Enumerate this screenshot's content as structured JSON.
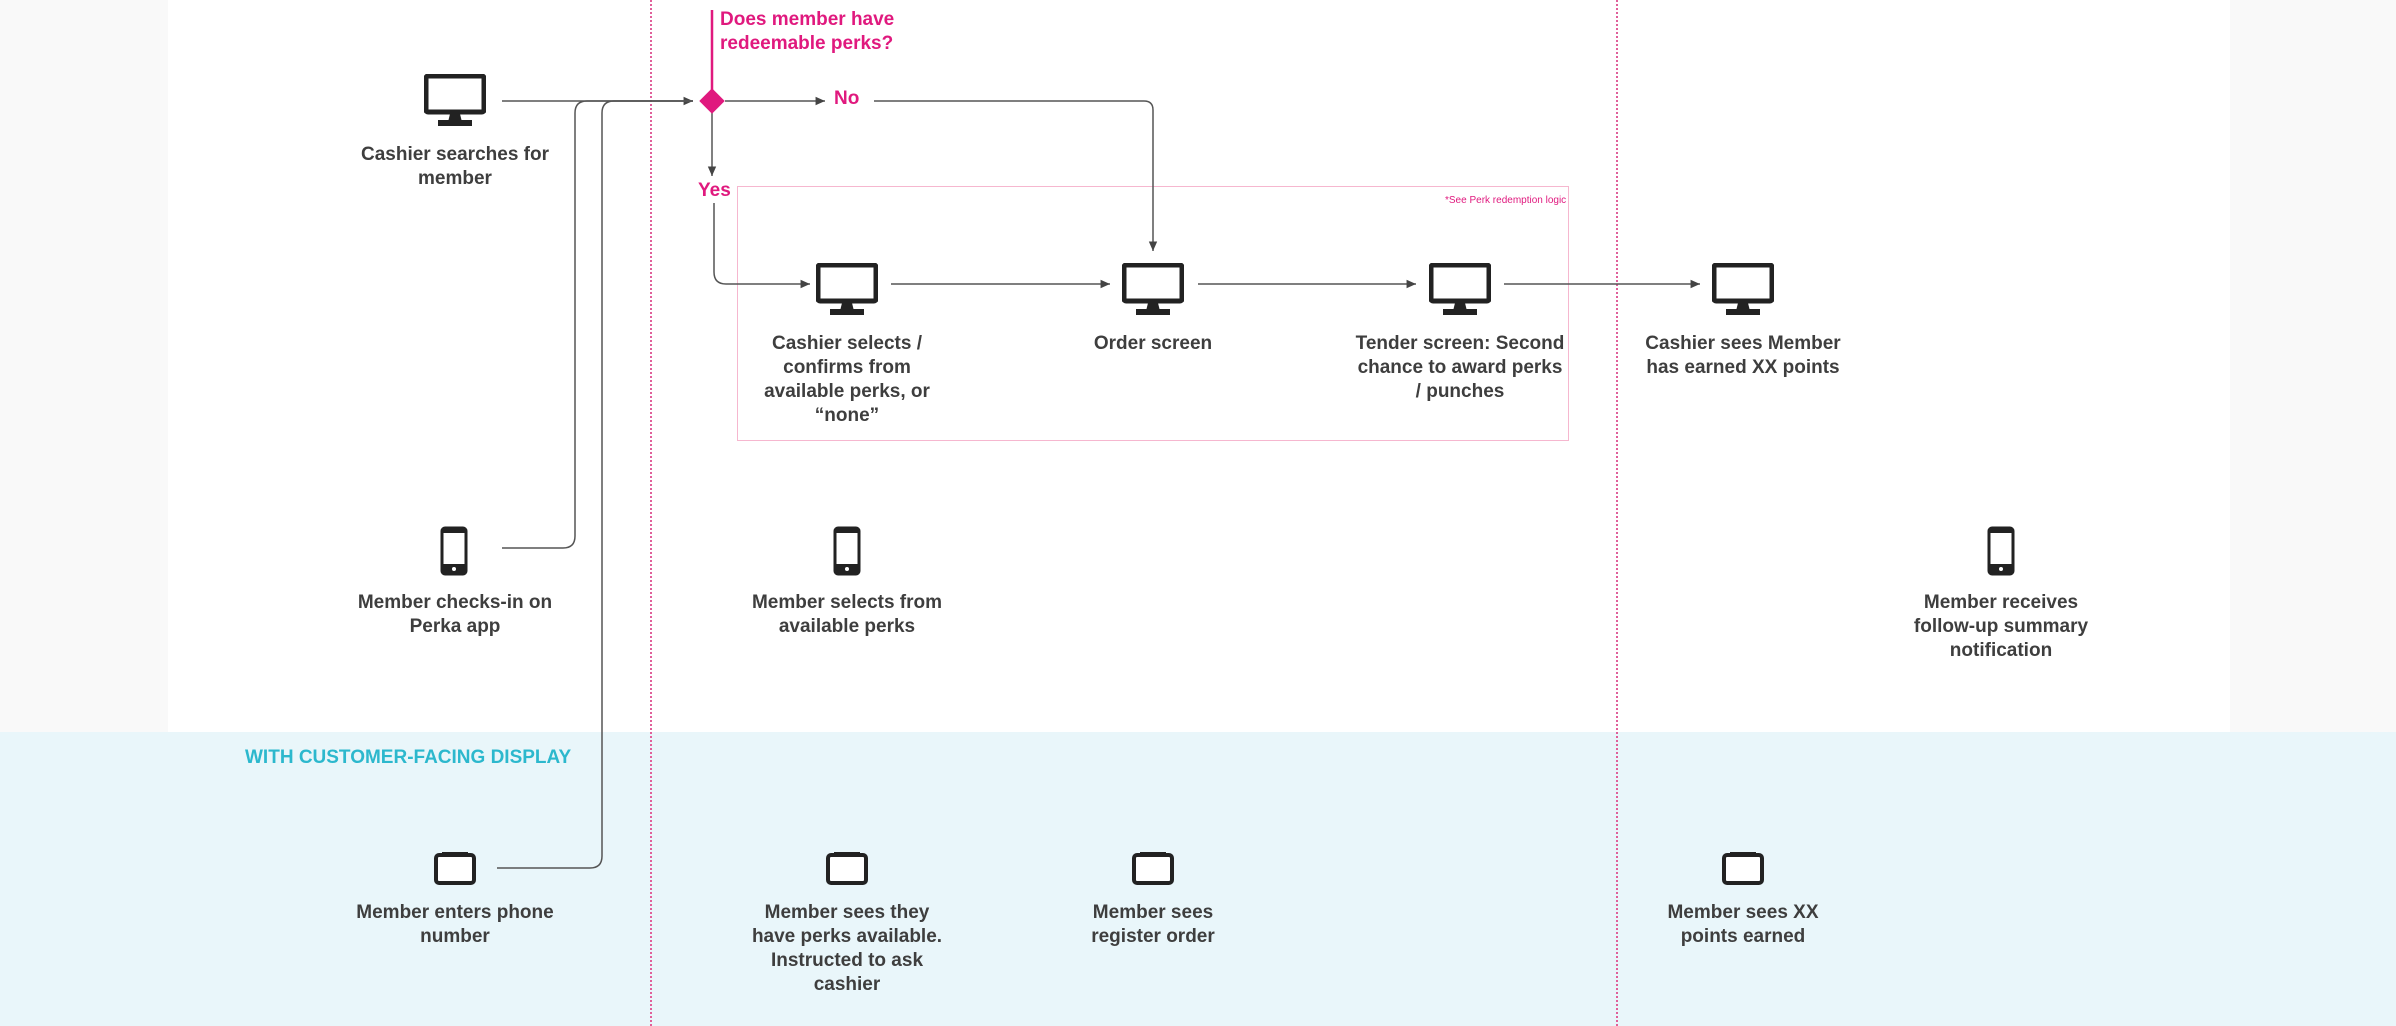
{
  "decision": {
    "question": "Does member have redeemable perks?",
    "no": "No",
    "yes": "Yes"
  },
  "note": "*See Perk redemption logic",
  "section_title": "WITH CUSTOMER-FACING DISPLAY",
  "pos": {
    "cashier_search": "Cashier searches for member",
    "cashier_selects": "Cashier selects / confirms from available perks, or “none”",
    "order_screen": "Order screen",
    "tender_screen": "Tender screen: Second chance to award perks / punches",
    "cashier_points": "Cashier sees Member has earned XX points"
  },
  "app": {
    "checkin": "Member checks-in on Perka app",
    "selects": "Member selects from available perks",
    "followup": "Member receives follow-up summary notification"
  },
  "cfd": {
    "enters_phone": "Member enters phone number",
    "sees_perks": "Member sees they have perks available. Instructed to ask cashier",
    "sees_order": "Member sees register order",
    "sees_points": "Member sees XX points earned"
  },
  "colors": {
    "accent_pink": "#e0197e",
    "accent_teal": "#2cb8cd",
    "text": "#3e3e3e",
    "cfd_band": "#e9f6fa"
  }
}
